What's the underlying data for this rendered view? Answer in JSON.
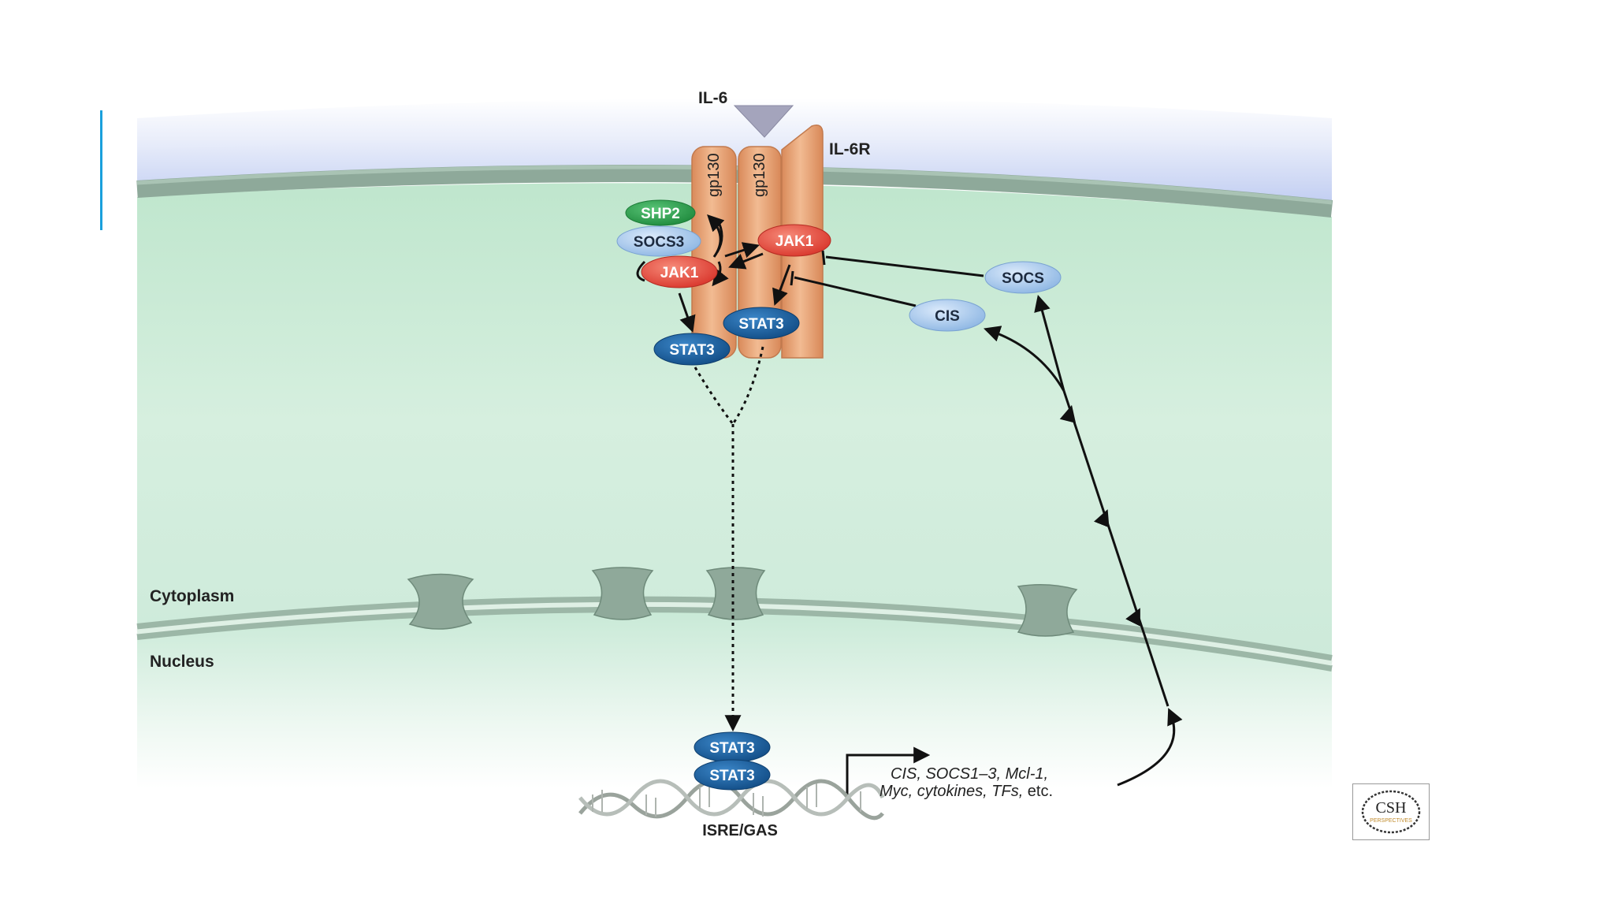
{
  "labels": {
    "ligand": "IL-6",
    "receptor": "IL-6R",
    "gp130_left": "gp130",
    "gp130_right": "gp130",
    "cytoplasm": "Cytoplasm",
    "nucleus": "Nucleus",
    "dna_site": "ISRE/GAS"
  },
  "proteins": {
    "shp2": "SHP2",
    "socs3": "SOCS3",
    "jak1_left": "JAK1",
    "jak1_right": "JAK1",
    "stat3_left": "STAT3",
    "stat3_right": "STAT3",
    "socs": "SOCS",
    "cis": "CIS",
    "stat3_nuclear_top": "STAT3",
    "stat3_nuclear_bottom": "STAT3"
  },
  "targets": {
    "line1": "CIS, SOCS1–3, Mcl-1,",
    "line2_italic": "Myc, cytokines, TFs,",
    "line2_etc": " etc."
  },
  "logo": {
    "text": "CSH",
    "subtext": "PERSPECTIVES"
  },
  "colors": {
    "accent": "#1aa0dc",
    "jak1": "#e8453a",
    "stat3": "#1a5fa0",
    "shp2": "#2aa44c",
    "socs": "#a9cbee",
    "receptor": "#e6a072",
    "ligand": "#a4a4bc",
    "cytoplasm": "#cdebd8"
  }
}
